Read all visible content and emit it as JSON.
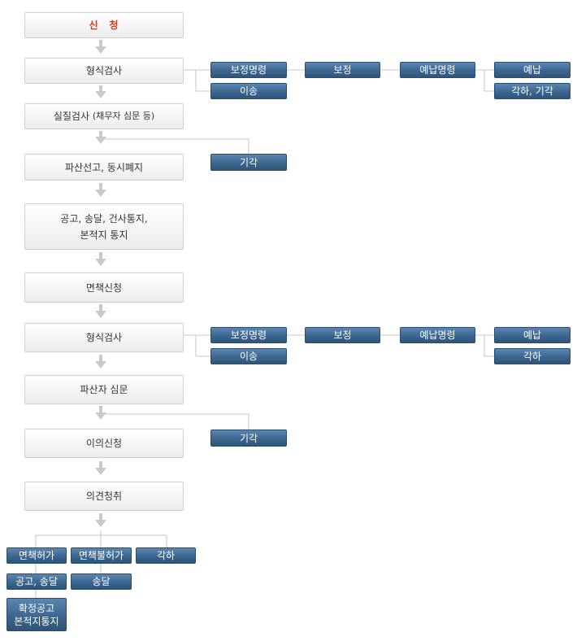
{
  "flow": {
    "apply": "신　청",
    "formal_review_1": "형식검사",
    "substantive_review": "실질검사",
    "substantive_review_note": "(채무자 심문 등)",
    "bankruptcy_decl": "파산선고, 동시폐지",
    "notice": "공고, 송달, 건사통지,",
    "notice_line2": "본적지 통지",
    "discharge_apply": "면책신청",
    "formal_review_2": "형식검사",
    "bankrupt_hearing": "파산자 심문",
    "objection_apply": "이의신청",
    "opinion_hearing": "의견청취"
  },
  "branch1": {
    "correction_order": "보정명령",
    "correction": "보정",
    "prepay_order": "예납명령",
    "prepay": "예납",
    "dismiss": "각하, 기각",
    "transfer": "이송"
  },
  "reject1": "기각",
  "branch2": {
    "correction_order": "보정명령",
    "correction": "보정",
    "prepay_order": "예납명령",
    "prepay": "예납",
    "dismiss": "각하",
    "transfer": "이송"
  },
  "reject2": "기각",
  "outcomes": {
    "grant": "면책허가",
    "deny": "면책불허가",
    "dismiss": "각하",
    "grant_notice": "공고, 송달",
    "deny_notice": "송달",
    "final1": "확정공고",
    "final2": "본적지통지"
  }
}
